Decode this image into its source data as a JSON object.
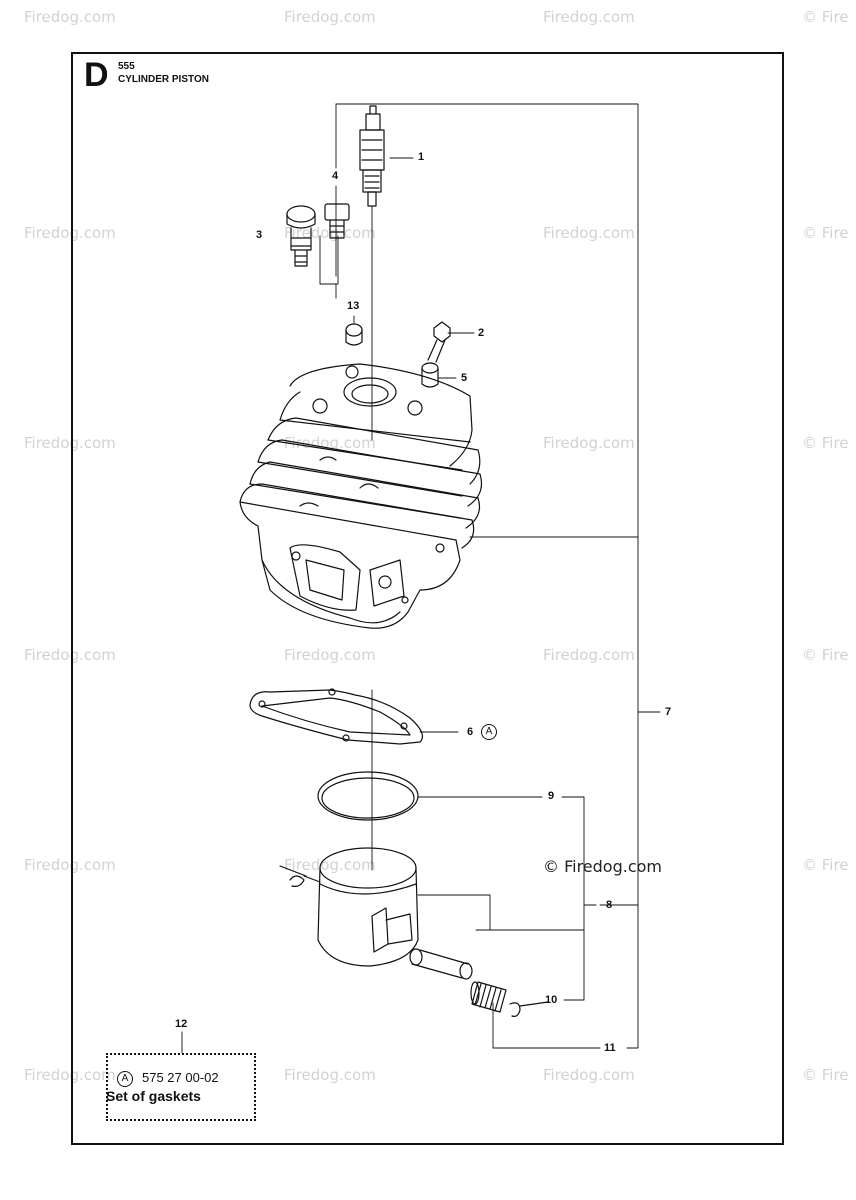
{
  "watermark": {
    "copyright_symbol": "©",
    "text": "Firedog.com",
    "prefix": "©",
    "brand": "Firedog",
    "suffix": ".com",
    "edge_text": "© Fire"
  },
  "header": {
    "section_letter": "D",
    "model": "555",
    "title": "CYLINDER PISTON"
  },
  "callouts": {
    "n1": "1",
    "n2": "2",
    "n3": "3",
    "n4": "4",
    "n5": "5",
    "n6": "6",
    "n7": "7",
    "n8": "8",
    "n9": "9",
    "n10": "10",
    "n11": "11",
    "n12": "12",
    "n13": "13"
  },
  "markers": {
    "a": "A"
  },
  "center_copyright": "© Firedog.com",
  "gasket_note": {
    "marker": "A",
    "part_number": "575 27 00-02",
    "description": "Set of gaskets"
  }
}
